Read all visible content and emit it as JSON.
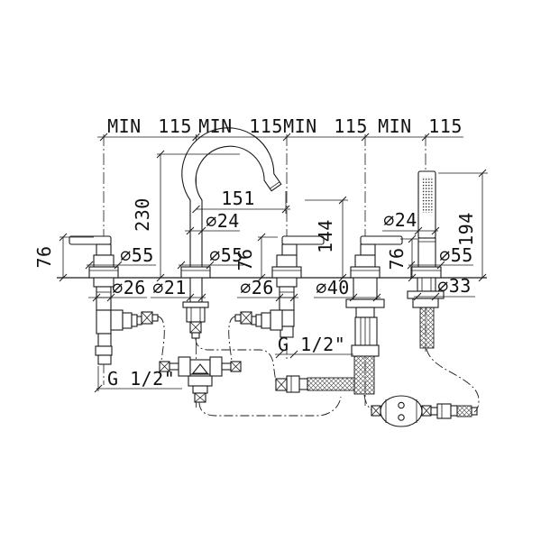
{
  "dimensions": {
    "min_clearance": "MIN 115",
    "spout_height": "230",
    "spout_reach": "151",
    "spout_diameter": "∅24",
    "handshower_diameter": "∅24",
    "escutcheon_diameter": "∅55",
    "handle_height": "76",
    "spout_outlet_height": "144",
    "handshower_height": "194",
    "handle_shank_diameter": "∅26",
    "spout_shank_diameter": "∅21",
    "diverter_shank_diameter": "∅40",
    "handshower_shank_diameter": "∅33",
    "connection_thread": "G 1/2\""
  }
}
